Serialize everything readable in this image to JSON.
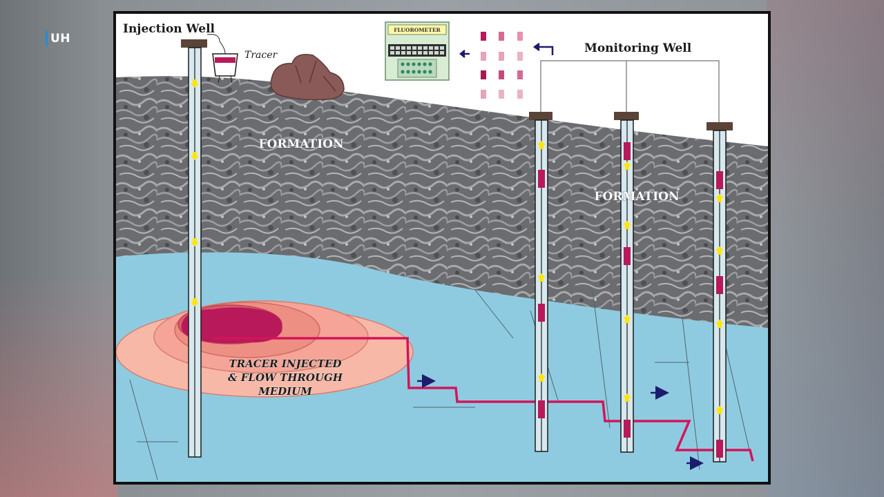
{
  "overlay": {
    "logo_text": "UH"
  },
  "diagram": {
    "injection_well_label": "Injection Well",
    "tracer_label": "Tracer",
    "fluorometer_label": "FLUOROMETER",
    "monitoring_well_label": "Monitoring Well",
    "formation_label_left": "FORMATION",
    "formation_label_right": "FORMATION",
    "plume_caption_lines": [
      "TRACER INJECTED",
      "& FLOW THROUGH",
      "MEDIUM"
    ]
  },
  "colors": {
    "sky": "#ffffff",
    "formation": "#6d6e72",
    "aquifer": "#8fcbe0",
    "plume_outer": "#f7b8a8",
    "plume_core": "#b8195a",
    "flow_line": "#d3145a",
    "arrow_yellow": "#ffe600",
    "arrow_navy": "#1c1c6e",
    "well_cap": "#5a4437",
    "rock": "#8a5a58"
  },
  "icons": {
    "flow_direction": "right-arrow",
    "upward_flow": "up-arrow",
    "downward_flow": "down-arrow",
    "sample_vials": "vial-grid",
    "fluorometer": "instrument-panel",
    "tracer_container": "bucket",
    "rock": "boulder"
  }
}
